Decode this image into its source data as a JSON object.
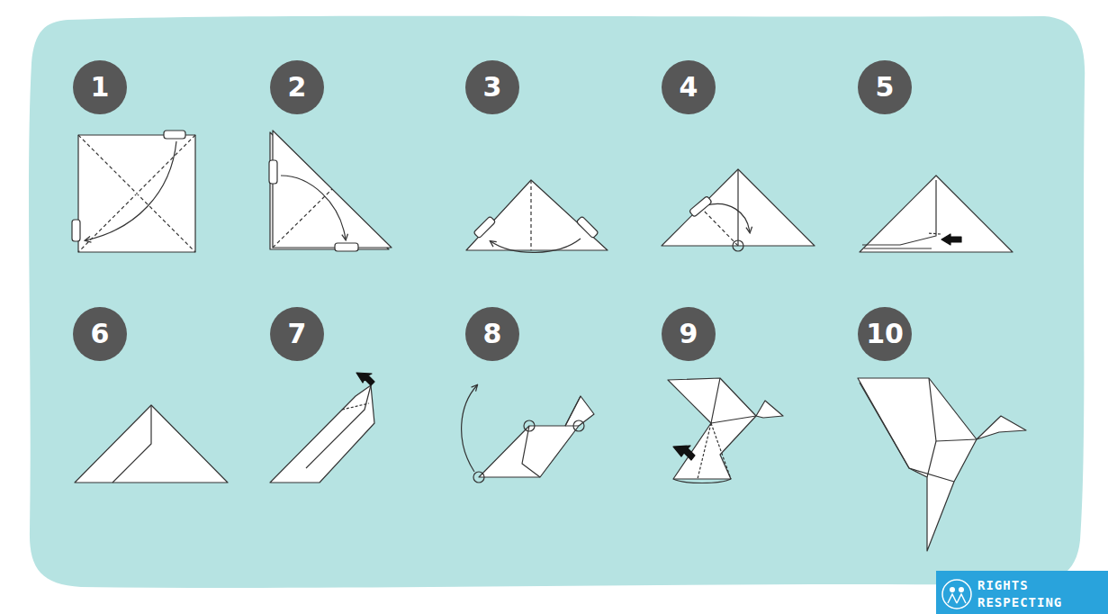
{
  "diagram": {
    "labels": [
      "1",
      "2",
      "3",
      "4",
      "5",
      "6",
      "7",
      "8",
      "9",
      "10",
      "RIGHTS",
      "RESPECTING"
    ]
  }
}
